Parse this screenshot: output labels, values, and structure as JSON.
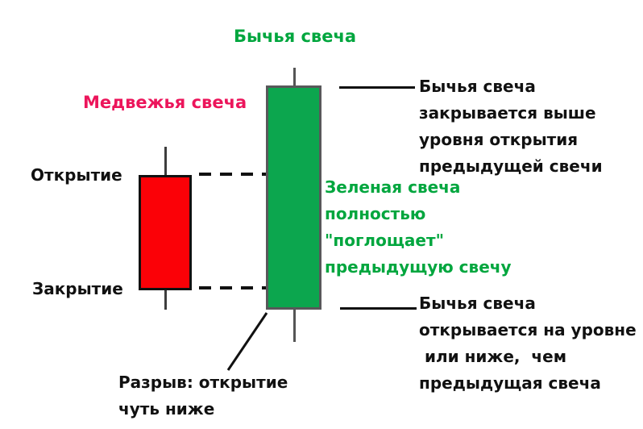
{
  "titles": {
    "bullish": "Бычья свеча",
    "bearish": "Медвежья свеча"
  },
  "price_labels": {
    "open": "Открытие",
    "close": "Закрытие"
  },
  "candles": {
    "bearish": {
      "direction": "down",
      "fill": "#FB0107",
      "border": "#111111"
    },
    "bullish": {
      "direction": "up",
      "fill": "#0CA64E",
      "border": "#58585A"
    }
  },
  "annotations": {
    "engulf": {
      "color": "#00A63E",
      "lines": [
        "Зеленая свеча",
        "полностью",
        "\"поглощает\"",
        "предыдущую свечу"
      ]
    },
    "close_above": {
      "color": "#111111",
      "lines": [
        "Бычья свеча",
        "закрывается выше",
        "уровня открытия",
        "предыдущей свечи"
      ]
    },
    "open_below": {
      "color": "#111111",
      "lines": [
        "Бычья свеча",
        "открывается на уровне",
        " или ниже,  чем",
        "предыдущая свеча"
      ]
    },
    "gap": {
      "color": "#111111",
      "lines": [
        "Разрыв: открытие",
        "чуть ниже"
      ]
    }
  },
  "colors": {
    "bullish_title": "#00A63E",
    "bearish_title": "#EC155B",
    "connector": "#111111"
  }
}
